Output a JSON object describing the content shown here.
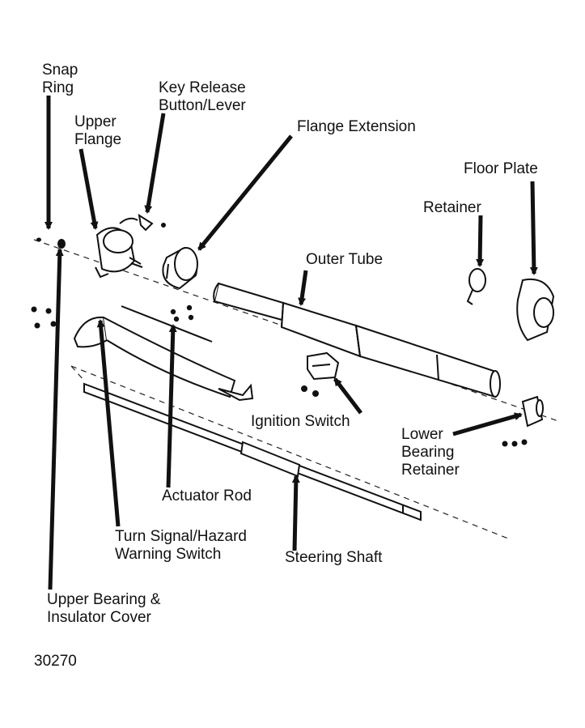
{
  "labels": {
    "snap_ring": [
      "Snap",
      "Ring"
    ],
    "key_release": [
      "Key Release",
      "Button/Lever"
    ],
    "upper_flange": [
      "Upper",
      "Flange"
    ],
    "flange_extension": "Flange Extension",
    "floor_plate": "Floor Plate",
    "retainer": "Retainer",
    "outer_tube": "Outer Tube",
    "ignition_switch": "Ignition Switch",
    "lower_bearing_retainer": [
      "Lower",
      "Bearing",
      "Retainer"
    ],
    "actuator_rod": "Actuator Rod",
    "turn_signal": [
      "Turn Signal/Hazard",
      "Warning Switch"
    ],
    "steering_shaft": "Steering Shaft",
    "upper_bearing": [
      "Upper Bearing &",
      "Insulator Cover"
    ],
    "figure_number": "30270"
  },
  "colors": {
    "ink": "#111111",
    "paper": "#ffffff"
  }
}
